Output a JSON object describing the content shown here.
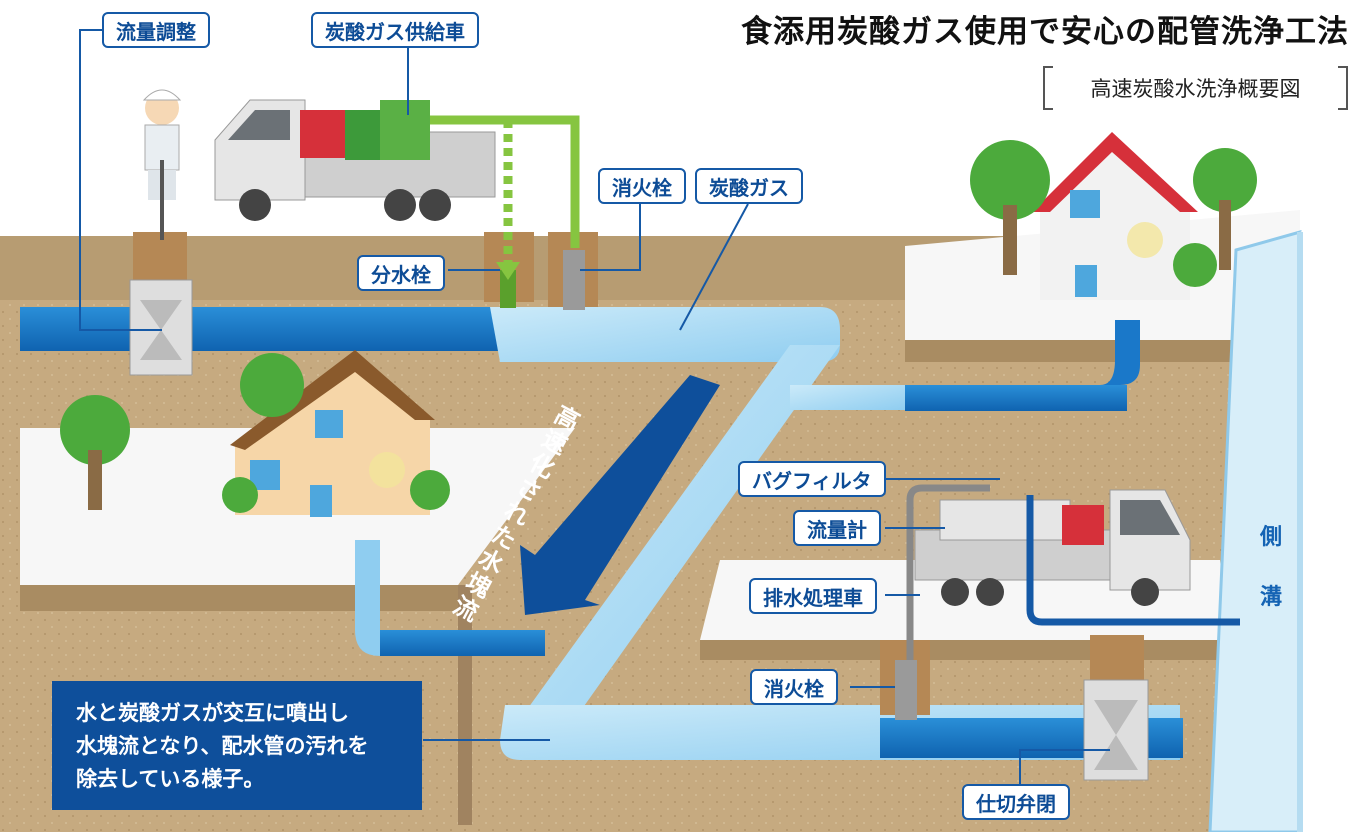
{
  "title": "食添用炭酸ガス使用で安心の配管洗浄工法",
  "subtitle": "高速炭酸水洗浄概要図",
  "labels": {
    "flow_adjust": "流量調整",
    "co2_truck": "炭酸ガス供給車",
    "hydrant_top": "消火栓",
    "co2_gas": "炭酸ガス",
    "branch_valve": "分水栓",
    "bag_filter": "バグフィルタ",
    "flow_meter": "流量計",
    "drain_truck": "排水処理車",
    "hydrant_bottom": "消火栓",
    "gate_valve": "仕切弁閉"
  },
  "flow_text": [
    "高",
    "速",
    "化",
    "さ",
    "れ",
    "た",
    "水",
    "塊",
    "流"
  ],
  "side_ditch": [
    "側",
    "溝"
  ],
  "note_lines": [
    "水と炭酸ガスが交互に噴出し",
    "水塊流となり、配水管の汚れを",
    "除去している様子。"
  ],
  "colors": {
    "label_border": "#1559a6",
    "note_bg": "#0e4f9b",
    "pipe_dark": "#1a78c9",
    "pipe_light": "#9fd6f4",
    "gas_line": "#86c540",
    "soil": "#c1a57c",
    "roof_red": "#d6303a"
  }
}
